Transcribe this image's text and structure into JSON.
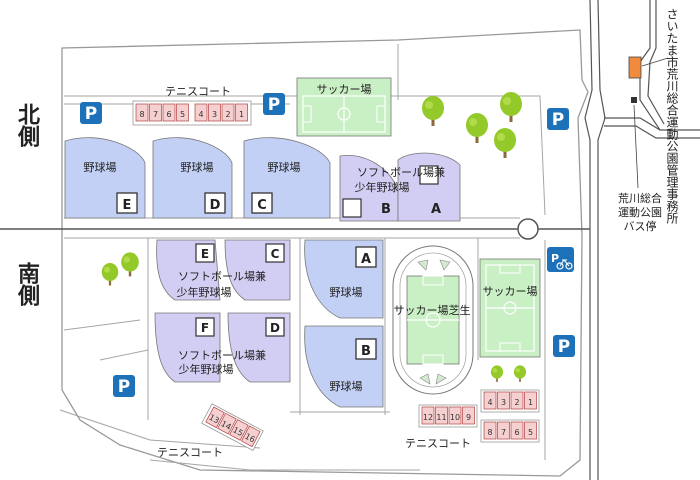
{
  "sides": {
    "north": "北側",
    "south": "南側"
  },
  "office": "さいたま市荒川総合運動公園管理事務所",
  "bus_stop": [
    "荒川総合",
    "運動公園",
    "バス停"
  ],
  "tennis_north": {
    "label": "テニスコート",
    "courts": [
      "8",
      "7",
      "6",
      "5",
      "4",
      "3",
      "2",
      "1"
    ]
  },
  "tennis_se": {
    "label": "テニスコート",
    "courts_top": [
      "12",
      "11",
      "10",
      "9",
      "4",
      "3",
      "2",
      "1"
    ],
    "courts_bottom": [
      "8",
      "7",
      "6",
      "5"
    ]
  },
  "tennis_sw": {
    "label": "テニスコート",
    "courts": [
      "13",
      "14",
      "15",
      "16"
    ]
  },
  "soccer_north": "サッカー場",
  "soccer_south": "サッカー場",
  "soccer_grass": "サッカー場芝生",
  "baseball_fields": [
    {
      "name": "野球場",
      "letter": "E"
    },
    {
      "name": "野球場",
      "letter": "D"
    },
    {
      "name": "野球場",
      "letter": "C"
    },
    {
      "name": "野球場",
      "letter": "A"
    },
    {
      "name": "野球場",
      "letter": "B"
    }
  ],
  "softball": {
    "line1": "ソフトボール場兼",
    "line2": "少年野球場"
  },
  "softball_letters": {
    "north": [
      "B",
      "A"
    ],
    "south_top": [
      "E",
      "C"
    ],
    "south_bottom": [
      "F",
      "D"
    ]
  },
  "parking_symbol": "P",
  "colors": {
    "baseball": "#c3d0f5",
    "softball": "#d2cdf2",
    "soccer": "#c9efc4",
    "tennis": "#f6d0d0",
    "tree": "#93c928",
    "parking": "#1d71b8",
    "office": "#f08a3c"
  }
}
